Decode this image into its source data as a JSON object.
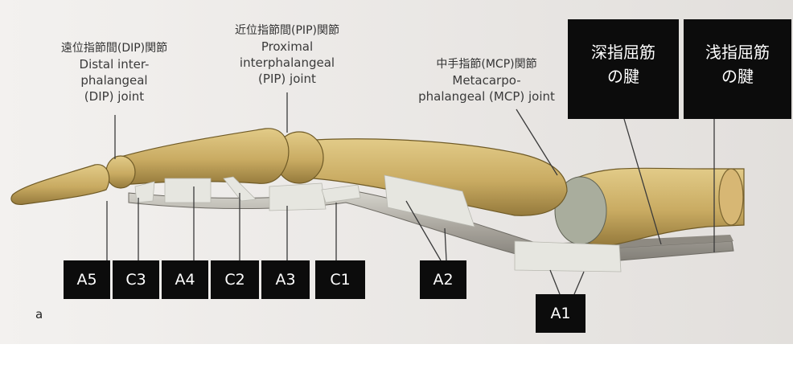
{
  "labels": {
    "dip": {
      "jp": "遠位指節間(DIP)関節",
      "en1": "Distal inter-",
      "en2": "phalangeal",
      "en3": "(DIP) joint"
    },
    "pip": {
      "jp": "近位指節間(PIP)関節",
      "en1": "Proximal",
      "en2": "interphalangeal",
      "en3": "(PIP) joint"
    },
    "mcp": {
      "jp": "中手指節(MCP)関節",
      "en1": "Metacarpo-",
      "en2": "phalangeal (MCP) joint"
    }
  },
  "tendon_tags": {
    "fdp": {
      "line1": "深指屈筋",
      "line2": "の腱"
    },
    "fds": {
      "line1": "浅指屈筋",
      "line2": "の腱"
    }
  },
  "pulleys": [
    "A5",
    "C3",
    "A4",
    "C2",
    "A3",
    "C1",
    "A2",
    "A1"
  ],
  "sublabel": "a",
  "colors": {
    "bone": "#cdb06a",
    "bone_shadow": "#9a8040",
    "ligament": "#e4e4de",
    "tag_bg": "#0c0c0c",
    "background": "#ece9e6"
  }
}
